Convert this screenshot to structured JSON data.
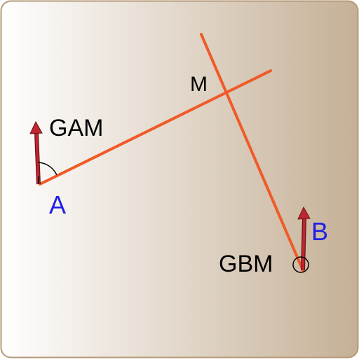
{
  "labels": {
    "point_a": "A",
    "point_b": "B",
    "point_m": "M",
    "angle_a": "GAM",
    "angle_b": "GBM"
  },
  "colors": {
    "background_start": "#ffffff",
    "background_end": "#c5b096",
    "frame": "#b59a78",
    "line": "#f05a28",
    "arrow": "#c0262f",
    "arrow_stroke": "#6b1418",
    "point_label": "#1f1fe6",
    "text": "#000000"
  },
  "icons": {
    "north_arrow_a": "north-arrow",
    "north_arrow_b": "north-arrow"
  }
}
